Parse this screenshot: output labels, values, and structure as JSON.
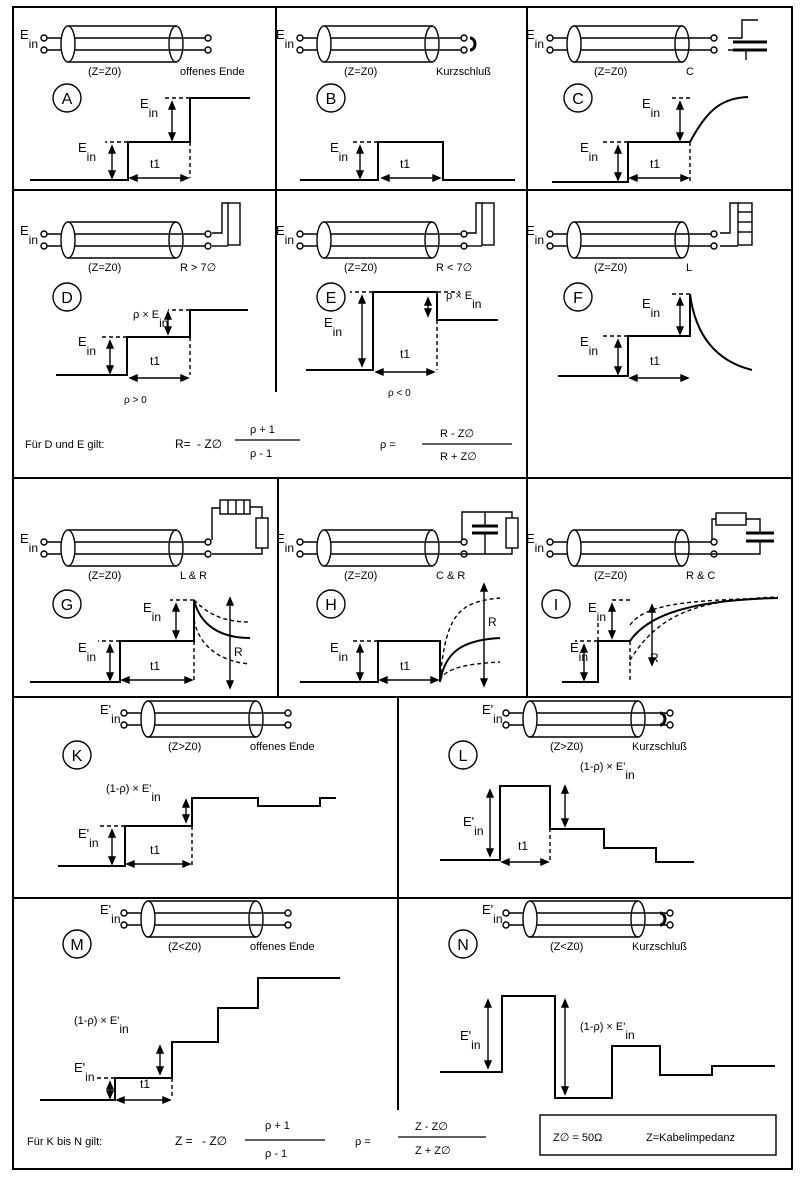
{
  "panels": [
    {
      "letter": "A",
      "ein": "E",
      "ein_sub": "in",
      "z": "(Z=Z0)",
      "term": "offenes Ende",
      "amp1": "E",
      "amp1_sub": "in",
      "amp2": "E",
      "amp2_sub": "in",
      "t1": "t1"
    },
    {
      "letter": "B",
      "ein": "E",
      "ein_sub": "in",
      "z": "(Z=Z0)",
      "term": "Kurzschluß",
      "amp1": "E",
      "amp1_sub": "in",
      "t1": "t1"
    },
    {
      "letter": "C",
      "ein": "E",
      "ein_sub": "in",
      "z": "(Z=Z0)",
      "term": "C",
      "amp1": "E",
      "amp1_sub": "in",
      "amp2": "E",
      "amp2_sub": "in",
      "t1": "t1"
    },
    {
      "letter": "D",
      "ein": "E",
      "ein_sub": "in",
      "z": "(Z=Z0)",
      "term": "R > 7∅",
      "amp1": "E",
      "amp1_sub": "in",
      "amp2": "ρ × E",
      "amp2_sub": "in",
      "t1": "t1",
      "cond": "ρ > 0"
    },
    {
      "letter": "E",
      "ein": "E",
      "ein_sub": "in",
      "z": "(Z=Z0)",
      "term": "R < 7∅",
      "amp1": "E",
      "amp1_sub": "in",
      "amp2": "ρ × E",
      "amp2_sub": "in",
      "t1": "t1",
      "cond": "ρ < 0"
    },
    {
      "letter": "F",
      "ein": "E",
      "ein_sub": "in",
      "z": "(Z=Z0)",
      "term": "L",
      "amp1": "E",
      "amp1_sub": "in",
      "amp2": "E",
      "amp2_sub": "in",
      "t1": "t1"
    },
    {
      "letter": "G",
      "ein": "E",
      "ein_sub": "in",
      "z": "(Z=Z0)",
      "term": "L & R",
      "amp1": "E",
      "amp1_sub": "in",
      "amp2": "E",
      "amp2_sub": "in",
      "t1": "t1",
      "r": "R"
    },
    {
      "letter": "H",
      "ein": "E",
      "ein_sub": "in",
      "z": "(Z=Z0)",
      "term": "C & R",
      "amp1": "E",
      "amp1_sub": "in",
      "t1": "t1",
      "r": "R"
    },
    {
      "letter": "I",
      "ein": "E",
      "ein_sub": "in",
      "z": "(Z=Z0)",
      "term": "R & C",
      "amp1": "E",
      "amp1_sub": "in",
      "amp2": "E",
      "amp2_sub": "in",
      "t1": "t1",
      "r": "R"
    },
    {
      "letter": "K",
      "ein": "E'",
      "ein_sub": "in",
      "z": "(Z>Z0)",
      "term": "offenes Ende",
      "amp1": "E'",
      "amp1_sub": "in",
      "amp2": "(1-ρ) × E'",
      "amp2_sub": "in",
      "t1": "t1"
    },
    {
      "letter": "L",
      "ein": "E'",
      "ein_sub": "in",
      "z": "(Z>Z0)",
      "term": "Kurzschluß",
      "amp1": "E'",
      "amp1_sub": "in",
      "amp2": "(1-ρ) × E'",
      "amp2_sub": "in",
      "t1": "t1"
    },
    {
      "letter": "M",
      "ein": "E'",
      "ein_sub": "in",
      "z": "(Z<Z0)",
      "term": "offenes Ende",
      "amp1": "E'",
      "amp1_sub": "in",
      "amp2": "(1-ρ) × E'",
      "amp2_sub": "in",
      "t1": "t1"
    },
    {
      "letter": "N",
      "ein": "E'",
      "ein_sub": "in",
      "z": "(Z<Z0)",
      "term": "Kurzschluß",
      "amp1": "E'",
      "amp1_sub": "in",
      "amp2": "(1-ρ) × E'",
      "amp2_sub": "in"
    }
  ],
  "formula_de": {
    "intro": "Für D und E gilt:",
    "r_lhs": "R=",
    "r_mid": "- Z∅",
    "r_num": "ρ + 1",
    "r_den": "ρ - 1",
    "rho_lhs": "ρ =",
    "rho_num": "R - Z∅",
    "rho_den": "R + Z∅"
  },
  "formula_kn": {
    "intro": "Für K bis N gilt:",
    "z_lhs": "Z =",
    "z_mid": "- Z∅",
    "z_num": "ρ + 1",
    "z_den": "ρ - 1",
    "rho_lhs": "ρ =",
    "rho_num": "Z - Z∅",
    "rho_den": "Z + Z∅"
  },
  "legend": {
    "z0": "Z∅ = 50Ω",
    "z": "Z=Kabelimpedanz"
  }
}
